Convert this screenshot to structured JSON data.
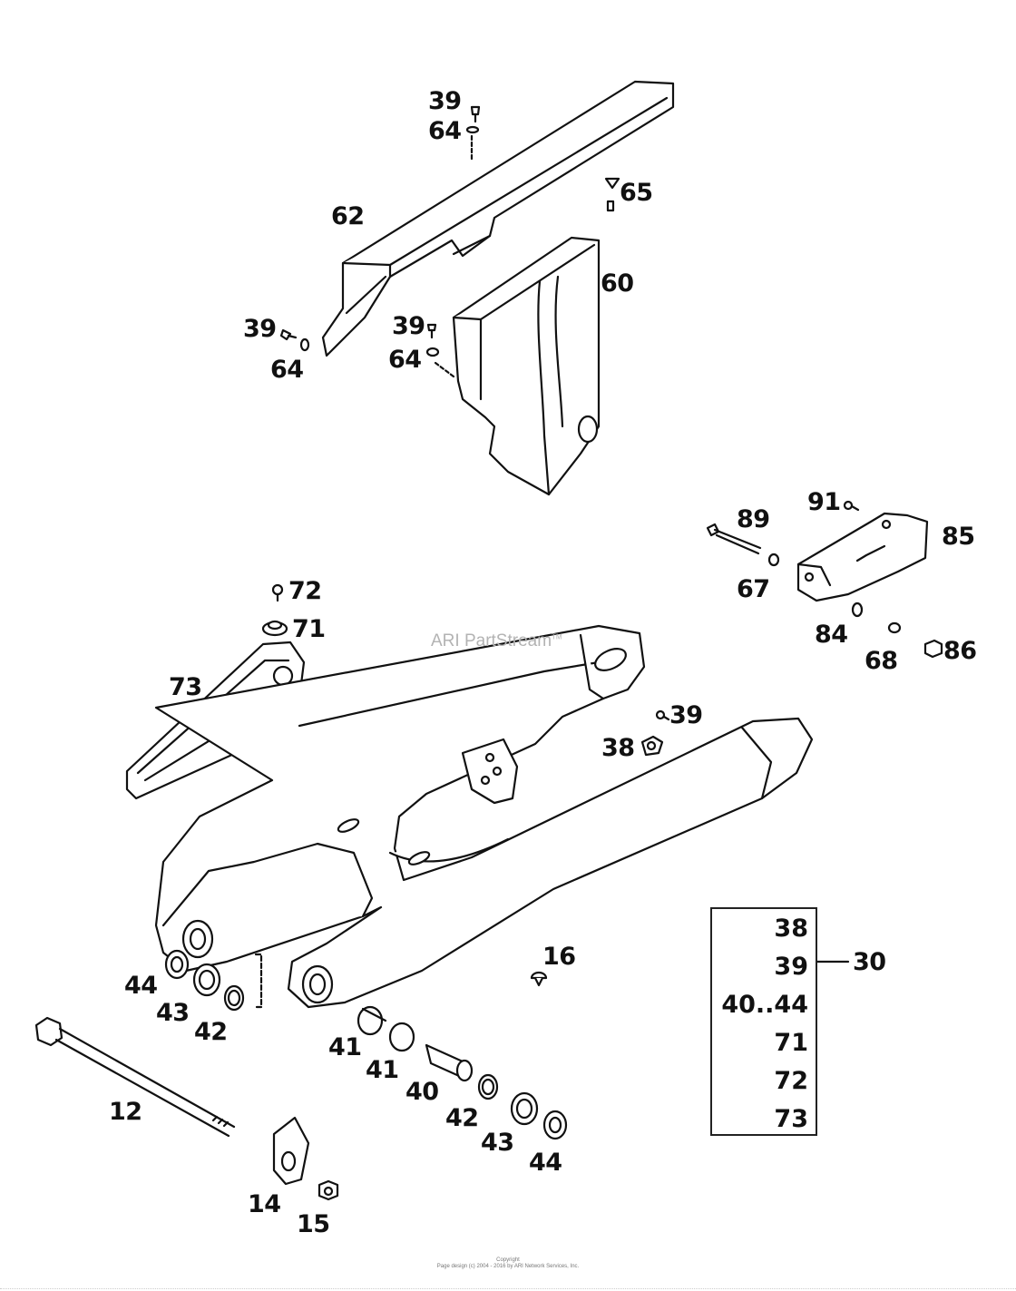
{
  "diagram": {
    "watermark": "ARI PartStream",
    "watermark_tm": "TM",
    "callouts": [
      {
        "id": "c39a",
        "text": "39"
      },
      {
        "id": "c64a",
        "text": "64"
      },
      {
        "id": "c65",
        "text": "65"
      },
      {
        "id": "c62",
        "text": "62"
      },
      {
        "id": "c60",
        "text": "60"
      },
      {
        "id": "c39b",
        "text": "39"
      },
      {
        "id": "c64b",
        "text": "64"
      },
      {
        "id": "c39c",
        "text": "39"
      },
      {
        "id": "c64c",
        "text": "64"
      },
      {
        "id": "c91",
        "text": "91"
      },
      {
        "id": "c89",
        "text": "89"
      },
      {
        "id": "c85",
        "text": "85"
      },
      {
        "id": "c67",
        "text": "67"
      },
      {
        "id": "c72",
        "text": "72"
      },
      {
        "id": "c71",
        "text": "71"
      },
      {
        "id": "c84",
        "text": "84"
      },
      {
        "id": "c68",
        "text": "68"
      },
      {
        "id": "c86",
        "text": "86"
      },
      {
        "id": "c73",
        "text": "73"
      },
      {
        "id": "c39d",
        "text": "39"
      },
      {
        "id": "c38",
        "text": "38"
      },
      {
        "id": "c16",
        "text": "16"
      },
      {
        "id": "c44a",
        "text": "44"
      },
      {
        "id": "c43a",
        "text": "43"
      },
      {
        "id": "c42a",
        "text": "42"
      },
      {
        "id": "c12",
        "text": "12"
      },
      {
        "id": "c41a",
        "text": "41"
      },
      {
        "id": "c41b",
        "text": "41"
      },
      {
        "id": "c40",
        "text": "40"
      },
      {
        "id": "c42b",
        "text": "42"
      },
      {
        "id": "c43b",
        "text": "43"
      },
      {
        "id": "c44b",
        "text": "44"
      },
      {
        "id": "c14",
        "text": "14"
      },
      {
        "id": "c15",
        "text": "15"
      }
    ],
    "kit": {
      "number": "30",
      "items": [
        "38",
        "39",
        "40..44",
        "71",
        "72",
        "73"
      ]
    }
  },
  "footer": {
    "line1": "Copyright",
    "line2": "Page design (c) 2004 - 2016 by ARI Network Services, Inc."
  }
}
